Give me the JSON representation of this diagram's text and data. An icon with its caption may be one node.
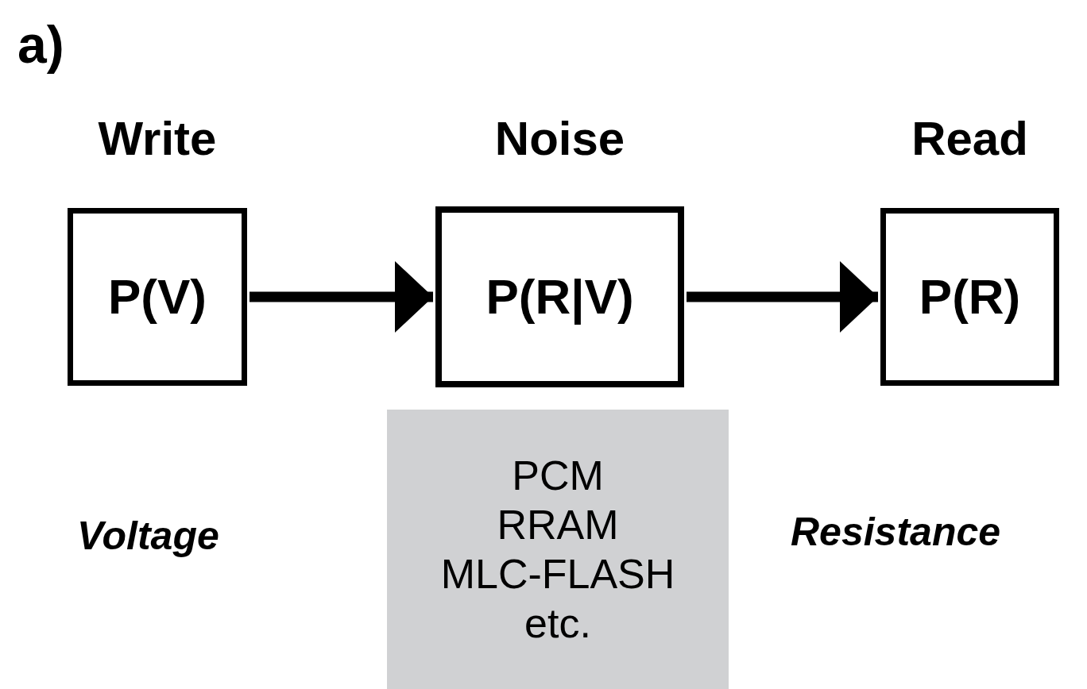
{
  "diagram": {
    "nodes": [
      {
        "text": [
          "Write",
          "P(V)"
        ]
      },
      {
        "text": [
          "Noise",
          "P(R|V)"
        ]
      },
      {
        "text": [
          "Read",
          "P(R)"
        ]
      },
      {
        "text": [
          "PCM RRAM MLC-FLASH etc."
        ]
      }
    ],
    "edges": [
      {
        "from": 0,
        "to": 1,
        "arrow": "to"
      },
      {
        "from": 1,
        "to": 2,
        "arrow": "to"
      }
    ],
    "labels": [
      "a)",
      "Voltage",
      "Resistance"
    ]
  }
}
